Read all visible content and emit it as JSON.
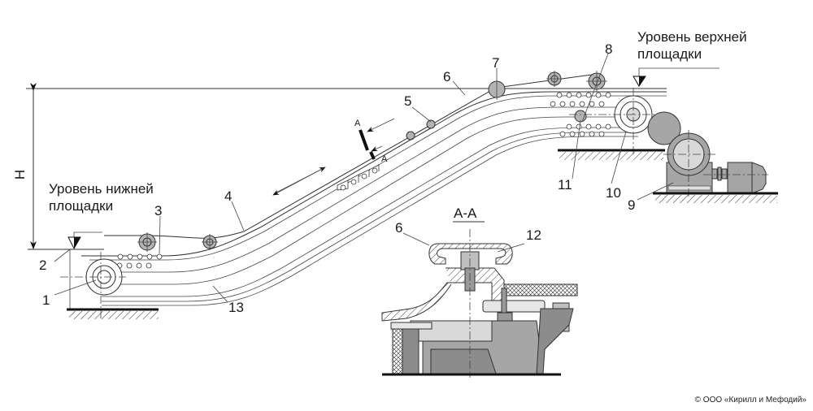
{
  "diagram": {
    "title": "Escalator schematic",
    "dimension_label": "H",
    "lower_level_label": [
      "Уровень нижней",
      "площадки"
    ],
    "upper_level_label": [
      "Уровень верхней",
      "площадки"
    ],
    "section_title": "A-A",
    "section_marker": "A",
    "callouts": [
      "1",
      "2",
      "3",
      "4",
      "5",
      "6",
      "7",
      "8",
      "9",
      "10",
      "11",
      "12",
      "13"
    ],
    "section_callouts": [
      "6",
      "12"
    ]
  },
  "footer": {
    "copyright": "© ООО «Кирилл и Мефодий»"
  }
}
